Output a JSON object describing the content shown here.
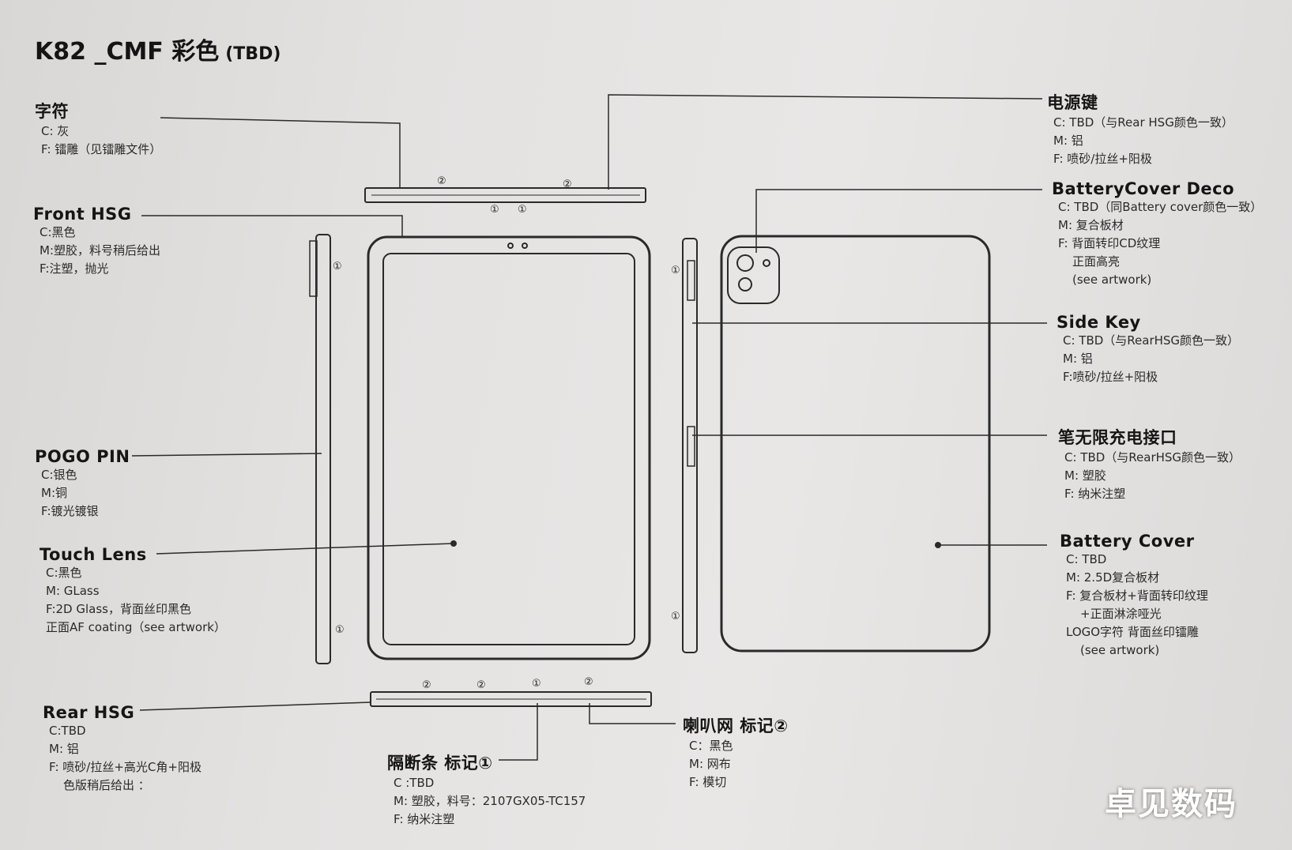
{
  "title": {
    "main": "K82 _CMF 彩色",
    "suffix": "(TBD)"
  },
  "callouts": {
    "char": {
      "heading": "字符",
      "lines": [
        "C: 灰",
        "F: 镭雕（见镭雕文件）"
      ]
    },
    "front_hsg": {
      "heading": "Front HSG",
      "lines": [
        "C:黑色",
        "M:塑胶，料号稍后给出",
        "F:注塑，抛光"
      ]
    },
    "pogo_pin": {
      "heading": "POGO PIN",
      "lines": [
        "C:银色",
        "M:铜",
        "F:镀光镀银"
      ]
    },
    "touch_lens": {
      "heading": "Touch Lens",
      "lines": [
        "C:黑色",
        "M: GLass",
        "F:2D Glass，背面丝印黑色",
        "正面AF coating（see artwork）"
      ]
    },
    "rear_hsg": {
      "heading": "Rear HSG",
      "lines": [
        "C:TBD",
        "M: 铝",
        "F: 喷砂/拉丝+高光C角+阳极",
        "色版稍后给出 ："
      ]
    },
    "separator": {
      "heading": "隔断条 标记①",
      "lines": [
        "C :TBD",
        "M: 塑胶，料号：2107GX05-TC157",
        "F: 纳米注塑"
      ]
    },
    "speaker_mesh": {
      "heading": "喇叭网 标记②",
      "lines": [
        "C：黑色",
        "M: 网布",
        "F: 模切"
      ]
    },
    "power_key": {
      "heading": "电源键",
      "lines": [
        "C: TBD（与Rear HSG颜色一致）",
        "M: 铝",
        "F: 喷砂/拉丝+阳极"
      ]
    },
    "battery_cover_deco": {
      "heading": "BatteryCover Deco",
      "lines": [
        "C: TBD（同Battery cover颜色一致）",
        "M: 复合板材",
        "F: 背面转印CD纹理",
        "正面高亮",
        "(see artwork)"
      ]
    },
    "side_key": {
      "heading": "Side Key",
      "lines": [
        "C: TBD（与RearHSG颜色一致）",
        "M: 铝",
        "F:喷砂/拉丝+阳极"
      ]
    },
    "pen_charging": {
      "heading": "笔无限充电接口",
      "lines": [
        "C: TBD（与RearHSG颜色一致）",
        "M: 塑胶",
        "F: 纳米注塑"
      ]
    },
    "battery_cover": {
      "heading": "Battery Cover",
      "lines": [
        "C: TBD",
        "M: 2.5D复合板材",
        "F: 复合板材+背面转印纹理",
        "+正面淋涂哑光",
        "LOGO字符 背面丝印镭雕",
        "(see artwork)"
      ]
    }
  },
  "markers": {
    "one": "①",
    "two": "②"
  },
  "watermark": "卓见数码"
}
